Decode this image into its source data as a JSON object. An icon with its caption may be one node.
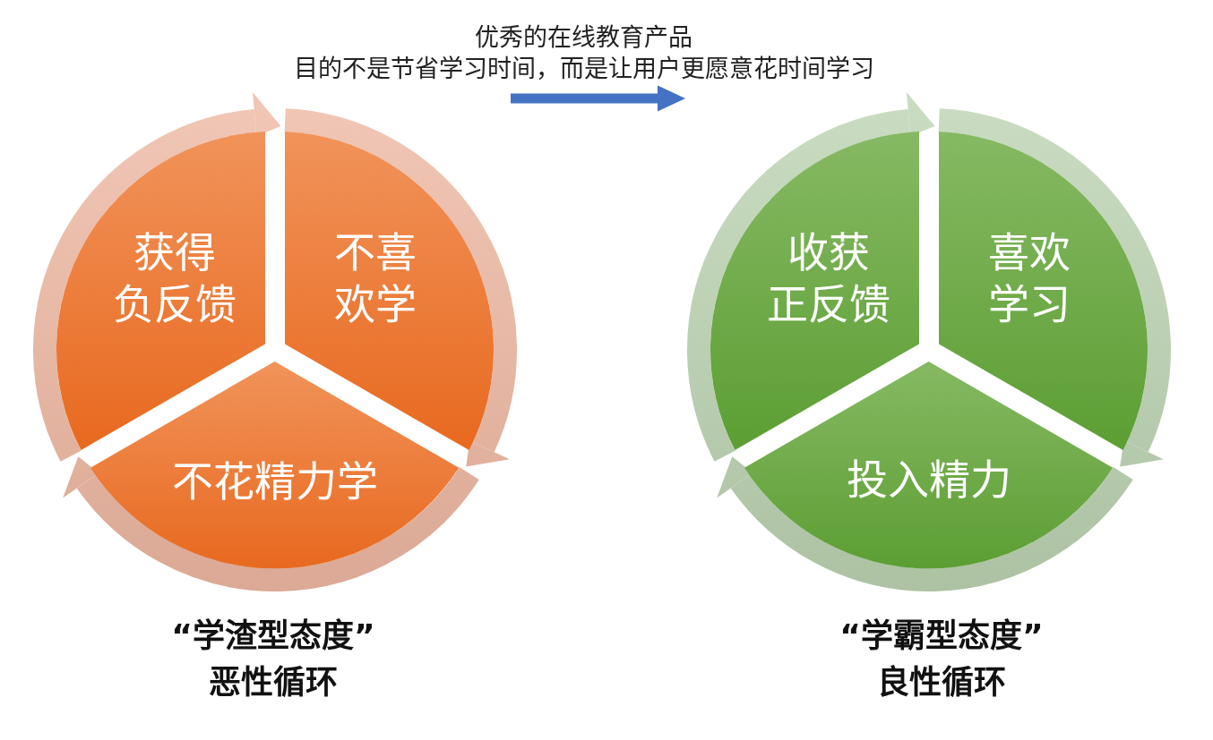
{
  "diagram": {
    "nodes": [
      {
        "text": [
          "“学渣型态度”",
          "恶性循环"
        ]
      },
      {
        "text": [
          "获得负反馈"
        ],
        "in": 0
      },
      {
        "text": [
          "不喜欢学"
        ],
        "in": 0
      },
      {
        "text": [
          "不花精力学"
        ],
        "in": 0
      },
      {
        "text": [
          "“学霸型态度”",
          "良性循环"
        ]
      },
      {
        "text": [
          "收获正反馈"
        ],
        "in": 4
      },
      {
        "text": [
          "喜欢学习"
        ],
        "in": 4
      },
      {
        "text": [
          "投入精力"
        ],
        "in": 4
      }
    ],
    "edges": [
      {
        "from": 0,
        "to": 4,
        "arrow": "to",
        "label": "优秀的在线教育产品目的不是节省学习时间，而是让用户更愿意花时间学习",
        "color": "#4472c4"
      },
      {
        "from": 1,
        "to": 2,
        "arrow": "to",
        "color": "#eeb8a2"
      },
      {
        "from": 2,
        "to": 3,
        "arrow": "to",
        "color": "#eeb8a2"
      },
      {
        "from": 3,
        "to": 1,
        "arrow": "to",
        "color": "#eeb8a2"
      },
      {
        "from": 5,
        "to": 6,
        "arrow": "to",
        "color": "#bcd3b1"
      },
      {
        "from": 6,
        "to": 7,
        "arrow": "to",
        "color": "#bcd3b1"
      },
      {
        "from": 7,
        "to": 5,
        "arrow": "to",
        "color": "#bcd3b1"
      }
    ]
  }
}
